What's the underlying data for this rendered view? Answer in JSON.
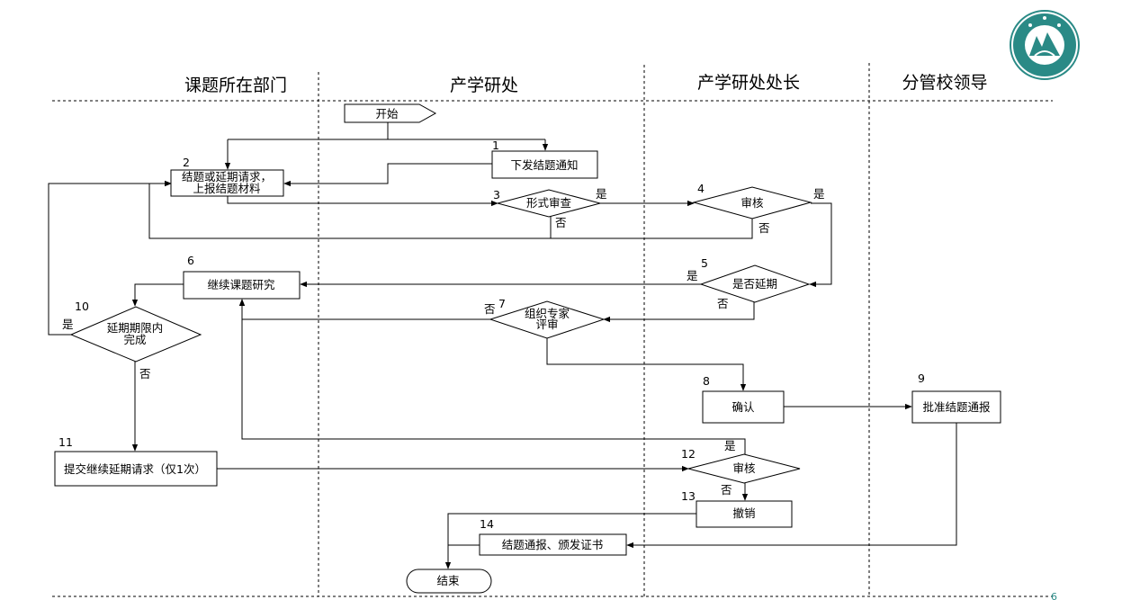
{
  "lanes": [
    "课题所在部门",
    "产学研处",
    "产学研处处长",
    "分管校领导"
  ],
  "nodes": {
    "start": "开始",
    "n1": "下发结题通知",
    "n2_line1": "结题或延期请求，",
    "n2_line2": "上报结题材料",
    "n3": "形式审查",
    "n4": "审核",
    "n5": "是否延期",
    "n6": "继续课题研究",
    "n7_line1": "组织专家",
    "n7_line2": "评审",
    "n8": "确认",
    "n9": "批准结题通报",
    "n10_line1": "延期期限内",
    "n10_line2": "完成",
    "n11": "提交继续延期请求（仅1次）",
    "n12": "审核",
    "n13": "撤销",
    "n14": "结题通报、颁发证书",
    "end": "结束"
  },
  "numbers": [
    "1",
    "2",
    "3",
    "4",
    "5",
    "6",
    "7",
    "8",
    "9",
    "10",
    "11",
    "12",
    "13",
    "14"
  ],
  "labels": {
    "yes": "是",
    "no": "否"
  },
  "page_number": "6",
  "colors": {
    "line": "#000000",
    "logo": "#2a8a86"
  }
}
